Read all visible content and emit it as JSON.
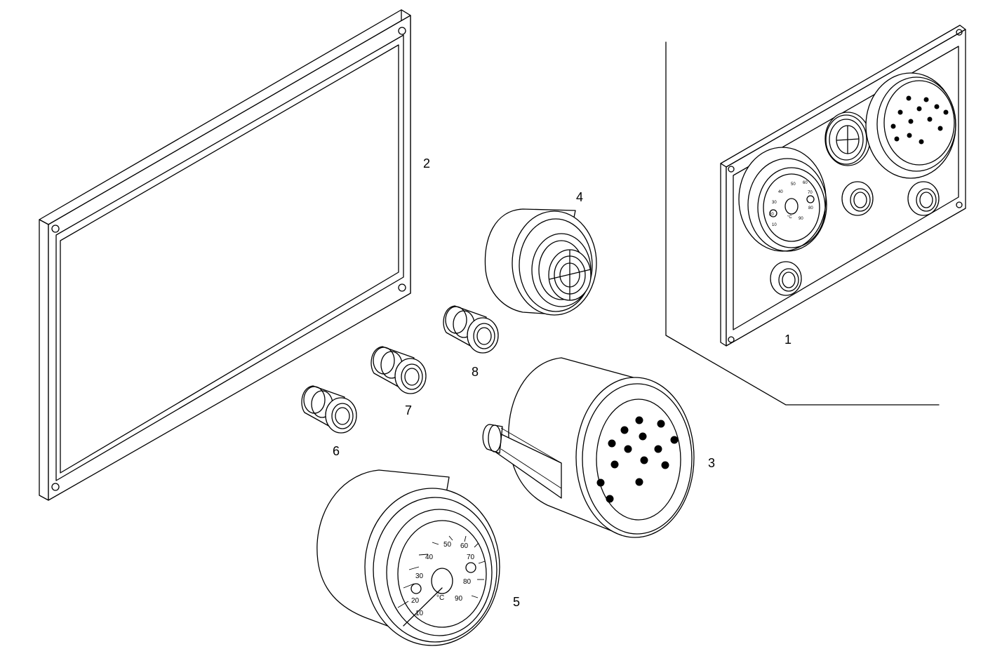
{
  "callouts": {
    "part_1": "1",
    "part_2": "2",
    "part_3": "3",
    "part_4": "4",
    "part_5": "5",
    "part_6": "6",
    "part_7": "7",
    "part_8": "8"
  },
  "gauge_5": {
    "unit": "°C",
    "scale": [
      "10",
      "20",
      "30",
      "40",
      "50",
      "60",
      "70",
      "80",
      "90"
    ]
  },
  "panel_gauge": {
    "unit": "°C",
    "scale": [
      "10",
      "20",
      "30",
      "40",
      "50",
      "60",
      "70",
      "80",
      "90"
    ]
  },
  "colors": {
    "line": "#000000",
    "background": "#ffffff"
  }
}
